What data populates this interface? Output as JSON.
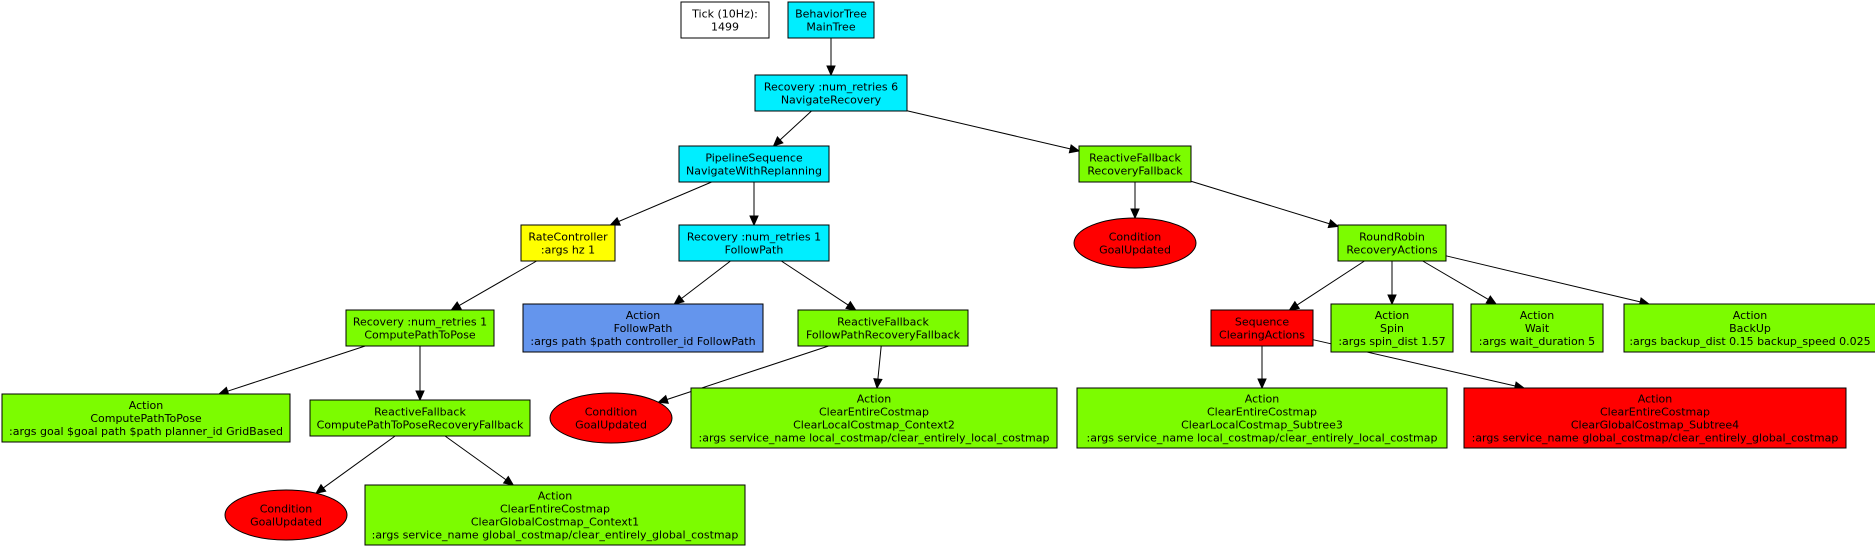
{
  "colors": {
    "cyan": "#00eeff",
    "green": "#7cfc00",
    "red": "#ff0000",
    "yellow": "#ffff00",
    "blue": "#6495ed",
    "white": "#ffffff"
  },
  "nodes": {
    "tick": {
      "lines": [
        "Tick (10Hz):",
        "1499"
      ],
      "color": "white",
      "shape": "box"
    },
    "behavior_tree": {
      "lines": [
        "BehaviorTree",
        "MainTree"
      ],
      "color": "cyan",
      "shape": "box"
    },
    "navigate_recovery": {
      "lines": [
        "Recovery :num_retries 6",
        "NavigateRecovery"
      ],
      "color": "cyan",
      "shape": "box"
    },
    "navigate_with_replanning": {
      "lines": [
        "PipelineSequence",
        "NavigateWithReplanning"
      ],
      "color": "cyan",
      "shape": "box"
    },
    "recovery_fallback": {
      "lines": [
        "ReactiveFallback",
        "RecoveryFallback"
      ],
      "color": "green",
      "shape": "box"
    },
    "rate_controller": {
      "lines": [
        "RateController",
        ":args hz 1"
      ],
      "color": "yellow",
      "shape": "box"
    },
    "follow_path_recovery": {
      "lines": [
        "Recovery :num_retries 1",
        "FollowPath"
      ],
      "color": "cyan",
      "shape": "box"
    },
    "goal_updated_1": {
      "lines": [
        "Condition",
        "GoalUpdated"
      ],
      "color": "red",
      "shape": "ellipse"
    },
    "recovery_actions": {
      "lines": [
        "RoundRobin",
        "RecoveryActions"
      ],
      "color": "green",
      "shape": "box"
    },
    "compute_path_recovery": {
      "lines": [
        "Recovery :num_retries 1",
        "ComputePathToPose"
      ],
      "color": "green",
      "shape": "box"
    },
    "follow_path_action": {
      "lines": [
        "Action",
        "FollowPath",
        ":args path $path controller_id FollowPath"
      ],
      "color": "blue",
      "shape": "box"
    },
    "follow_path_fallback": {
      "lines": [
        "ReactiveFallback",
        "FollowPathRecoveryFallback"
      ],
      "color": "green",
      "shape": "box"
    },
    "clearing_actions": {
      "lines": [
        "Sequence",
        "ClearingActions"
      ],
      "color": "red",
      "shape": "box"
    },
    "spin": {
      "lines": [
        "Action",
        "Spin",
        ":args spin_dist 1.57"
      ],
      "color": "green",
      "shape": "box"
    },
    "wait": {
      "lines": [
        "Action",
        "Wait",
        ":args wait_duration 5"
      ],
      "color": "green",
      "shape": "box"
    },
    "backup": {
      "lines": [
        "Action",
        "BackUp",
        ":args backup_dist 0.15 backup_speed 0.025"
      ],
      "color": "green",
      "shape": "box"
    },
    "compute_path_action": {
      "lines": [
        "Action",
        "ComputePathToPose",
        ":args goal $goal path $path planner_id GridBased"
      ],
      "color": "green",
      "shape": "box"
    },
    "compute_path_fallback": {
      "lines": [
        "ReactiveFallback",
        "ComputePathToPoseRecoveryFallback"
      ],
      "color": "green",
      "shape": "box"
    },
    "goal_updated_2": {
      "lines": [
        "Condition",
        "GoalUpdated"
      ],
      "color": "red",
      "shape": "ellipse"
    },
    "clear_local_context2": {
      "lines": [
        "Action",
        "ClearEntireCostmap",
        "ClearLocalCostmap_Context2",
        ":args service_name local_costmap/clear_entirely_local_costmap"
      ],
      "color": "green",
      "shape": "box"
    },
    "clear_local_subtree3": {
      "lines": [
        "Action",
        "ClearEntireCostmap",
        "ClearLocalCostmap_Subtree3",
        ":args  service_name local_costmap/clear_entirely_local_costmap"
      ],
      "color": "green",
      "shape": "box"
    },
    "clear_global_subtree4": {
      "lines": [
        "Action",
        "ClearEntireCostmap",
        "ClearGlobalCostmap_Subtree4",
        ":args service_name global_costmap/clear_entirely_global_costmap"
      ],
      "color": "red",
      "shape": "box"
    },
    "goal_updated_3": {
      "lines": [
        "Condition",
        "GoalUpdated"
      ],
      "color": "red",
      "shape": "ellipse"
    },
    "clear_global_context1": {
      "lines": [
        "Action",
        "ClearEntireCostmap",
        "ClearGlobalCostmap_Context1",
        ":args service_name global_costmap/clear_entirely_global_costmap"
      ],
      "color": "green",
      "shape": "box"
    }
  },
  "edges": [
    [
      "behavior_tree",
      "navigate_recovery"
    ],
    [
      "navigate_recovery",
      "navigate_with_replanning"
    ],
    [
      "navigate_recovery",
      "recovery_fallback"
    ],
    [
      "navigate_with_replanning",
      "rate_controller"
    ],
    [
      "navigate_with_replanning",
      "follow_path_recovery"
    ],
    [
      "recovery_fallback",
      "goal_updated_1"
    ],
    [
      "recovery_fallback",
      "recovery_actions"
    ],
    [
      "rate_controller",
      "compute_path_recovery"
    ],
    [
      "follow_path_recovery",
      "follow_path_action"
    ],
    [
      "follow_path_recovery",
      "follow_path_fallback"
    ],
    [
      "recovery_actions",
      "clearing_actions"
    ],
    [
      "recovery_actions",
      "spin"
    ],
    [
      "recovery_actions",
      "wait"
    ],
    [
      "recovery_actions",
      "backup"
    ],
    [
      "compute_path_recovery",
      "compute_path_action"
    ],
    [
      "compute_path_recovery",
      "compute_path_fallback"
    ],
    [
      "follow_path_fallback",
      "goal_updated_2"
    ],
    [
      "follow_path_fallback",
      "clear_local_context2"
    ],
    [
      "clearing_actions",
      "clear_local_subtree3"
    ],
    [
      "clearing_actions",
      "clear_global_subtree4"
    ],
    [
      "compute_path_fallback",
      "goal_updated_3"
    ],
    [
      "compute_path_fallback",
      "clear_global_context1"
    ]
  ]
}
